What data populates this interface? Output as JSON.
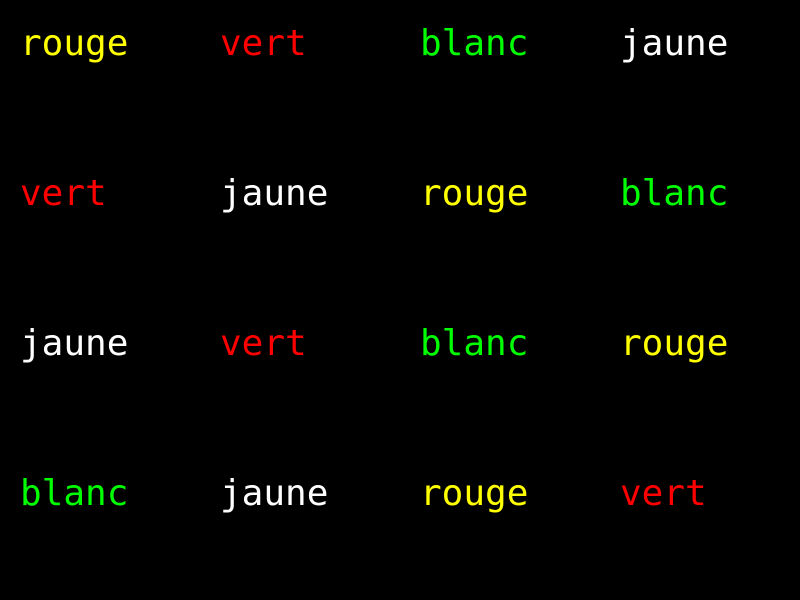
{
  "colors": {
    "yellow": "#ffff00",
    "red": "#ff0000",
    "green": "#00ff00",
    "white": "#ffffff",
    "background": "#000000"
  },
  "rows": [
    [
      {
        "text": "rouge",
        "ink": "yellow"
      },
      {
        "text": "vert",
        "ink": "red"
      },
      {
        "text": "blanc",
        "ink": "green"
      },
      {
        "text": "jaune",
        "ink": "white"
      }
    ],
    [
      {
        "text": "vert",
        "ink": "red"
      },
      {
        "text": "jaune",
        "ink": "white"
      },
      {
        "text": "rouge",
        "ink": "yellow"
      },
      {
        "text": "blanc",
        "ink": "green"
      }
    ],
    [
      {
        "text": "jaune",
        "ink": "white"
      },
      {
        "text": "vert",
        "ink": "red"
      },
      {
        "text": "blanc",
        "ink": "green"
      },
      {
        "text": "rouge",
        "ink": "yellow"
      }
    ],
    [
      {
        "text": "blanc",
        "ink": "green"
      },
      {
        "text": "jaune",
        "ink": "white"
      },
      {
        "text": "rouge",
        "ink": "yellow"
      },
      {
        "text": "vert",
        "ink": "red"
      }
    ]
  ]
}
